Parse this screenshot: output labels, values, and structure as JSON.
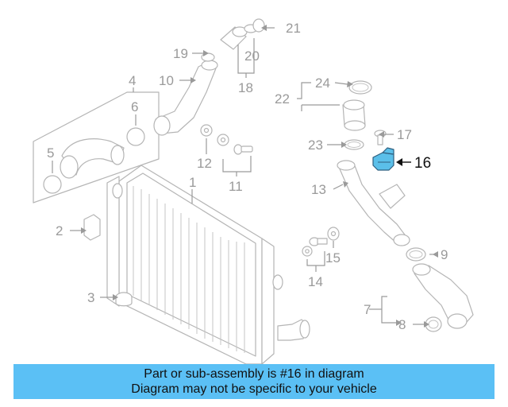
{
  "labels": {
    "l1": "1",
    "l2": "2",
    "l3": "3",
    "l4": "4",
    "l5": "5",
    "l6": "6",
    "l7": "7",
    "l8": "8",
    "l9": "9",
    "l10": "10",
    "l11": "11",
    "l12": "12",
    "l13": "13",
    "l14": "14",
    "l15": "15",
    "l16": "16",
    "l17": "17",
    "l18": "18",
    "l19": "19",
    "l20": "20",
    "l21": "21",
    "l22": "22",
    "l23": "23",
    "l24": "24"
  },
  "highlighted_part": "16",
  "colors": {
    "highlight": "#5bbfe9",
    "banner": "#5bc0f5",
    "linework": "#b5b5b5",
    "callout": "#9a9a9a"
  },
  "banner": {
    "line1": "Part or sub-assembly is #16 in diagram",
    "line2": "Diagram may not be specific to your vehicle"
  }
}
